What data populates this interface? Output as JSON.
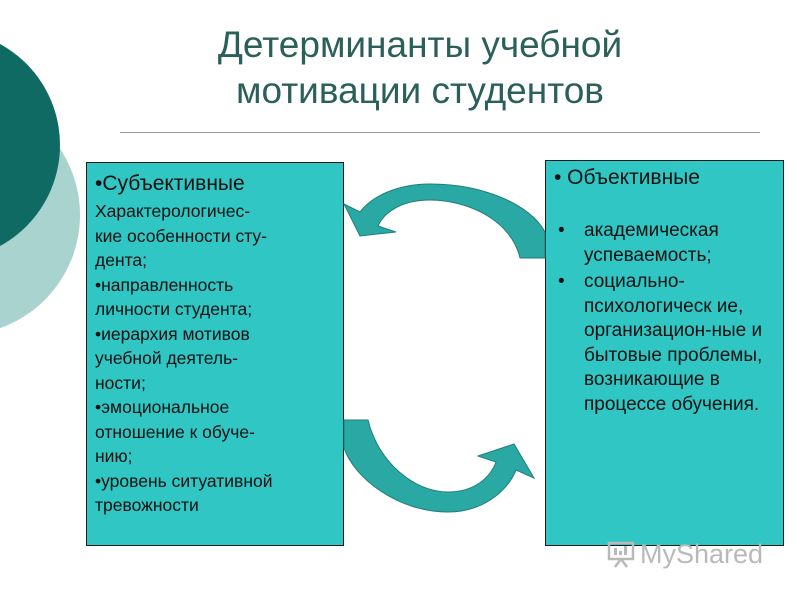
{
  "slide": {
    "title_line1": "Детерминанты учебной",
    "title_line2": "мотивации студентов",
    "colors": {
      "title": "#2b5f5a",
      "box_fill": "#2fc6c4",
      "arrow_fill": "#2aa8a4",
      "decor_dark": "#0f6a63",
      "decor_light": "#a9d3cf"
    }
  },
  "left_box": {
    "heading": "•Субъективные",
    "lines": [
      "Характерологичес-",
      "кие особенности сту-",
      "дента;",
      "•направленность",
      "личности студента;",
      "•иерархия мотивов",
      "учебной деятель-",
      "ности;",
      "•эмоциональное",
      "отношение к обуче-",
      "нию;",
      "•уровень ситуативной",
      "тревожности"
    ]
  },
  "right_box": {
    "heading": "•  Объективные",
    "items": [
      "академическая успеваемость;",
      "социально-психологическ ие, организацион-ные и бытовые проблемы, возникающие в процессе обучения."
    ]
  },
  "watermark": {
    "text": "MyShared",
    "icon": "presentation-board-icon"
  }
}
